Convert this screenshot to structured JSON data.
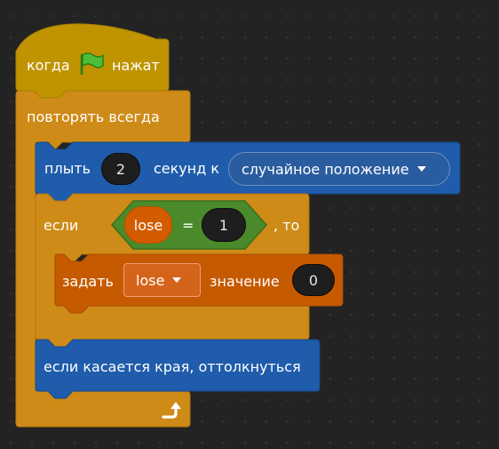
{
  "colors": {
    "events": "#bf9400",
    "control": "#cf8b17",
    "motion": "#1f5cab",
    "operators": "#4a8a2a",
    "variables": "#c65a00",
    "canvas": "#232323"
  },
  "blocks": {
    "hat": {
      "label_before": "когда",
      "flag_icon": "green-flag-icon",
      "label_after": "нажат"
    },
    "forever": {
      "label": "повторять всегда",
      "loop_icon": "loop-arrow-icon"
    },
    "glide": {
      "label_before": "плыть",
      "seconds": "2",
      "label_after": "секунд к",
      "target": "случайное положение"
    },
    "if_block": {
      "label_if": "если",
      "label_then": ", то",
      "condition": {
        "variable": "lose",
        "operator": "=",
        "value": "1"
      }
    },
    "set_var": {
      "label_set": "задать",
      "variable": "lose",
      "label_value": "значение",
      "value": "0"
    },
    "bounce": {
      "label": "если касается края, оттолкнуться"
    }
  }
}
